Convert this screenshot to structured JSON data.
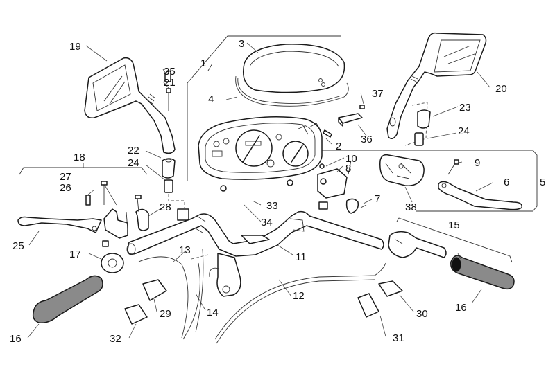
{
  "diagram": {
    "title": "Handlebar and controls exploded parts view",
    "background": "#ffffff",
    "grip_color": "#8a8a8a",
    "labels": [
      {
        "id": "1",
        "text": "1"
      },
      {
        "id": "2",
        "text": "2"
      },
      {
        "id": "3",
        "text": "3"
      },
      {
        "id": "4",
        "text": "4"
      },
      {
        "id": "5",
        "text": "5"
      },
      {
        "id": "6",
        "text": "6"
      },
      {
        "id": "7",
        "text": "7"
      },
      {
        "id": "8",
        "text": "8"
      },
      {
        "id": "9",
        "text": "9"
      },
      {
        "id": "10",
        "text": "10"
      },
      {
        "id": "11",
        "text": "11"
      },
      {
        "id": "12",
        "text": "12"
      },
      {
        "id": "13",
        "text": "13"
      },
      {
        "id": "14",
        "text": "14"
      },
      {
        "id": "15",
        "text": "15"
      },
      {
        "id": "16a",
        "text": "16"
      },
      {
        "id": "16b",
        "text": "16"
      },
      {
        "id": "17",
        "text": "17"
      },
      {
        "id": "18",
        "text": "18"
      },
      {
        "id": "19",
        "text": "19"
      },
      {
        "id": "20",
        "text": "20"
      },
      {
        "id": "21",
        "text": "21"
      },
      {
        "id": "22",
        "text": "22"
      },
      {
        "id": "23",
        "text": "23"
      },
      {
        "id": "24a",
        "text": "24"
      },
      {
        "id": "24b",
        "text": "24"
      },
      {
        "id": "25",
        "text": "25"
      },
      {
        "id": "26",
        "text": "26"
      },
      {
        "id": "27",
        "text": "27"
      },
      {
        "id": "28",
        "text": "28"
      },
      {
        "id": "29",
        "text": "29"
      },
      {
        "id": "30",
        "text": "30"
      },
      {
        "id": "31",
        "text": "31"
      },
      {
        "id": "32",
        "text": "32"
      },
      {
        "id": "33",
        "text": "33"
      },
      {
        "id": "34",
        "text": "34"
      },
      {
        "id": "35",
        "text": "35"
      },
      {
        "id": "36",
        "text": "36"
      },
      {
        "id": "37",
        "text": "37"
      },
      {
        "id": "38",
        "text": "38"
      }
    ]
  }
}
